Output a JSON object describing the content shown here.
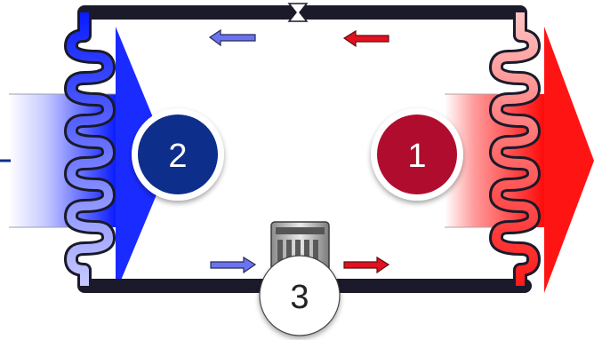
{
  "badges": [
    {
      "label": "1",
      "role": "condenser",
      "fill": "#b0102f",
      "text_color": "#ffffff"
    },
    {
      "label": "2",
      "role": "evaporator",
      "fill": "#0a2f8a",
      "text_color": "#ffffff"
    },
    {
      "label": "3",
      "role": "compressor",
      "fill": "#ffffff",
      "text_color": "#222222"
    }
  ],
  "colors": {
    "hot": "#ff1a1a",
    "hot_light": "#ffc2c2",
    "cold": "#0a1cff",
    "cold_light": "#c7c9ff",
    "arrow_red": "#e3101f",
    "arrow_blue": "#6b74f0",
    "outline": "#1a1a2a"
  },
  "flow_arrows": [
    {
      "direction": "left",
      "color": "blue"
    },
    {
      "direction": "left",
      "color": "red"
    },
    {
      "direction": "right",
      "color": "blue"
    },
    {
      "direction": "right",
      "color": "red"
    }
  ]
}
